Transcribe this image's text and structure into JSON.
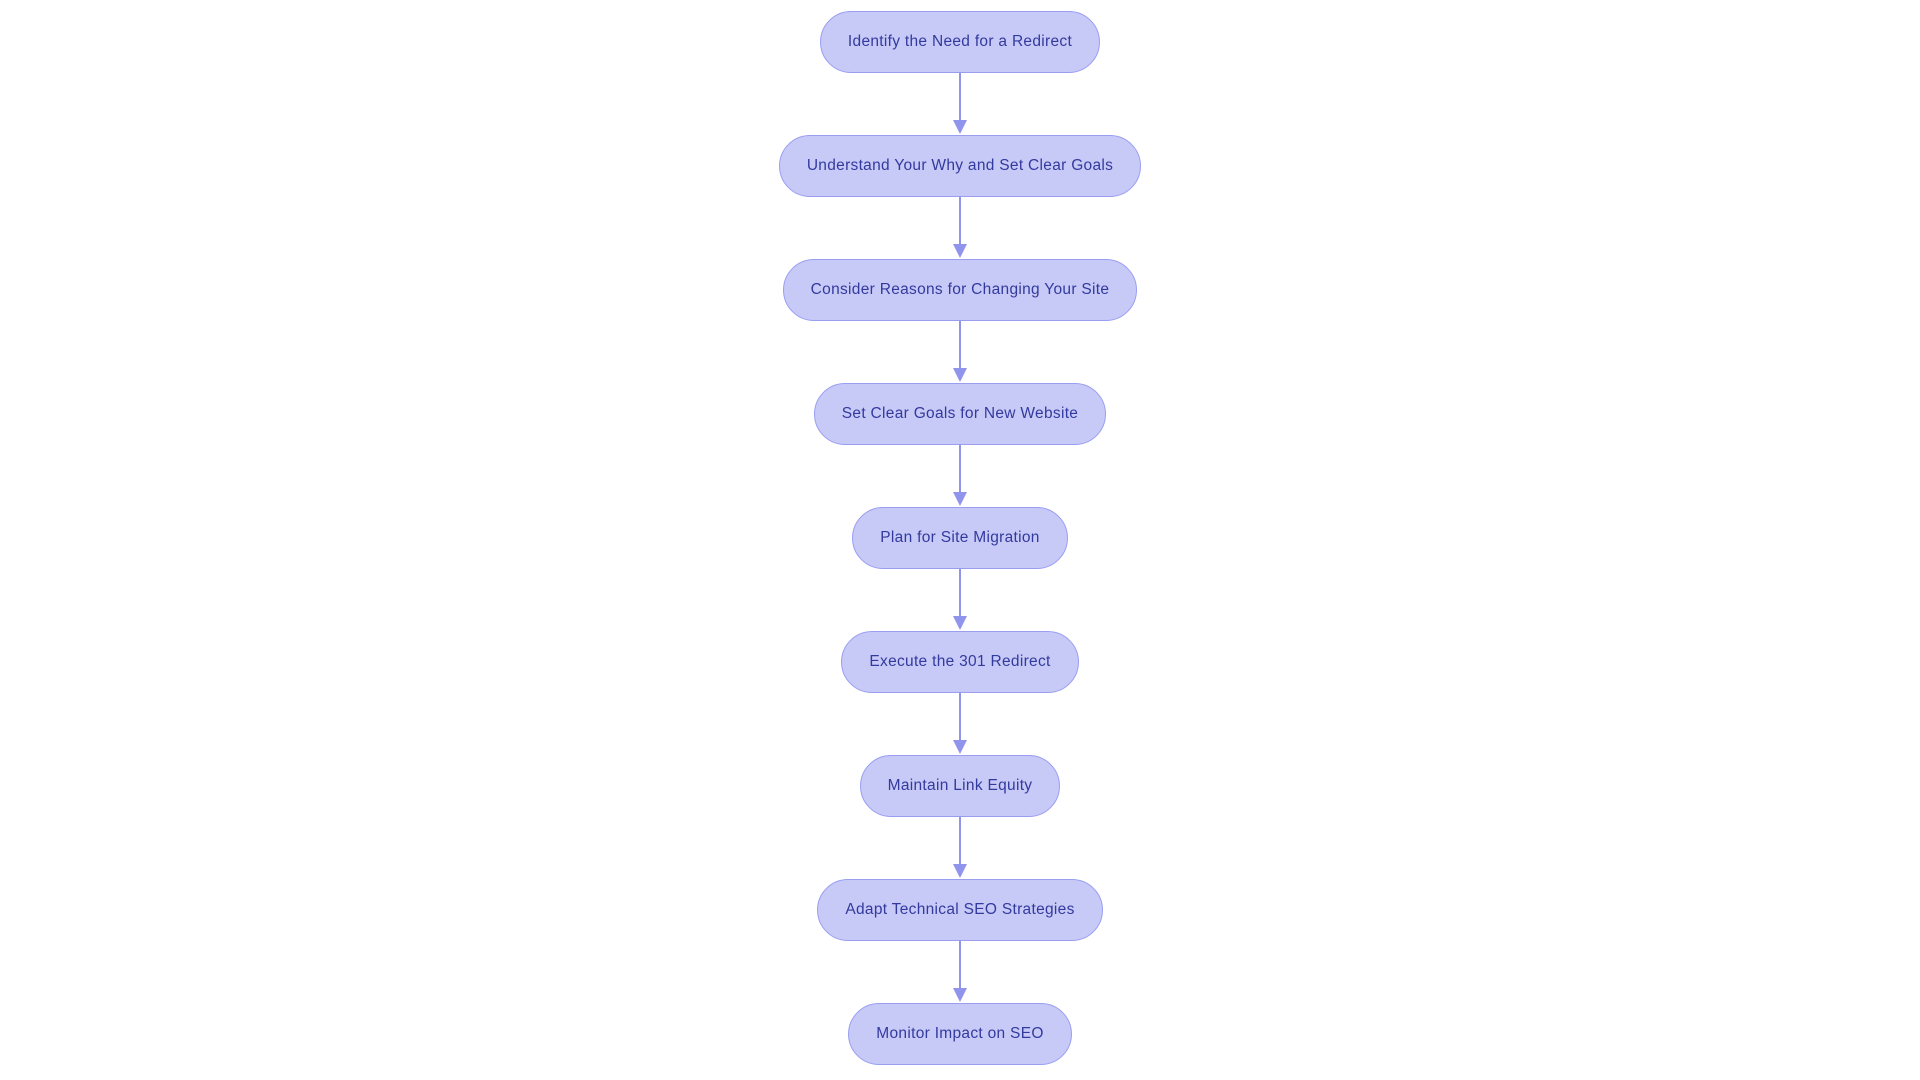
{
  "colors": {
    "background": "#ffffff",
    "node_fill": "#c7c9f7",
    "node_border": "#9a9ef1",
    "node_text": "#333a9e",
    "arrow": "#9094ec"
  },
  "flowchart": {
    "type": "vertical-flowchart",
    "nodes": [
      {
        "id": "n1",
        "label": "Identify the Need for a Redirect"
      },
      {
        "id": "n2",
        "label": "Understand Your Why and Set Clear Goals"
      },
      {
        "id": "n3",
        "label": "Consider Reasons for Changing Your Site"
      },
      {
        "id": "n4",
        "label": "Set Clear Goals for New Website"
      },
      {
        "id": "n5",
        "label": "Plan for Site Migration"
      },
      {
        "id": "n6",
        "label": "Execute the 301 Redirect"
      },
      {
        "id": "n7",
        "label": "Maintain Link Equity"
      },
      {
        "id": "n8",
        "label": "Adapt Technical SEO Strategies"
      },
      {
        "id": "n9",
        "label": "Monitor Impact on SEO"
      }
    ],
    "connections": [
      [
        "n1",
        "n2"
      ],
      [
        "n2",
        "n3"
      ],
      [
        "n3",
        "n4"
      ],
      [
        "n4",
        "n5"
      ],
      [
        "n5",
        "n6"
      ],
      [
        "n6",
        "n7"
      ],
      [
        "n7",
        "n8"
      ],
      [
        "n8",
        "n9"
      ]
    ]
  }
}
